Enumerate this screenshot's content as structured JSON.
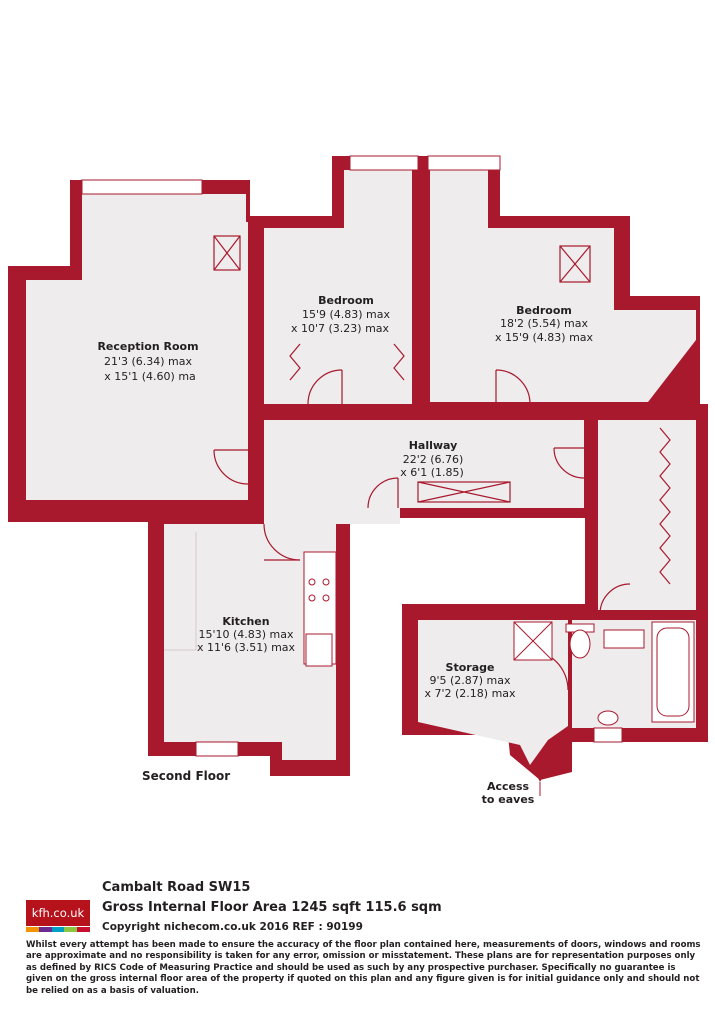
{
  "colors": {
    "wall": "#a8192d",
    "floor": "#efeced",
    "fixture": "#ffffff",
    "line": "#a8192d"
  },
  "rooms": [
    {
      "id": "reception",
      "name": "Reception Room",
      "dim1": "21'3 (6.34) max",
      "dim2": "x 15'1 (4.60) ma"
    },
    {
      "id": "bedroom1",
      "name": "Bedroom",
      "dim1": "15'9 (4.83) max",
      "dim2": "x 10'7 (3.23) max"
    },
    {
      "id": "bedroom2",
      "name": "Bedroom",
      "dim1": "18'2 (5.54) max",
      "dim2": "x 15'9 (4.83) max"
    },
    {
      "id": "hallway",
      "name": "Hallway",
      "dim1": "22'2 (6.76)",
      "dim2": "x 6'1 (1.85)"
    },
    {
      "id": "kitchen",
      "name": "Kitchen",
      "dim1": "15'10 (4.83) max",
      "dim2": "x 11'6 (3.51) max"
    },
    {
      "id": "storage",
      "name": "Storage",
      "dim1": "9'5 (2.87) max",
      "dim2": "x 7'2 (2.18) max"
    }
  ],
  "access_label_1": "Access",
  "access_label_2": "to eaves",
  "floor_label": "Second Floor",
  "logo_text": "kfh.co.uk",
  "logo_colors": [
    "#f29400",
    "#6a2c91",
    "#00a0c6",
    "#8dc63f",
    "#c8102e"
  ],
  "address": "Cambalt Road  SW15",
  "gross_area": "Gross Internal Floor Area 1245 sqft 115.6 sqm",
  "copyright": "Copyright nichecom.co.uk 2016 REF : 90199",
  "disclaimer": "Whilst every attempt has been made to ensure the accuracy of the floor plan contained here, measurements of doors, windows and rooms are approximate and no responsibility is taken for any error, omission or misstatement.  These plans are for representation purposes only as defined by RICS Code of Measuring Practice and should be used as such by any prospective purchaser.  Specifically no guarantee is given on the gross internal floor area of the property if quoted on this plan and any figure given is for initial guidance only and should not be relied on as a basis of valuation."
}
